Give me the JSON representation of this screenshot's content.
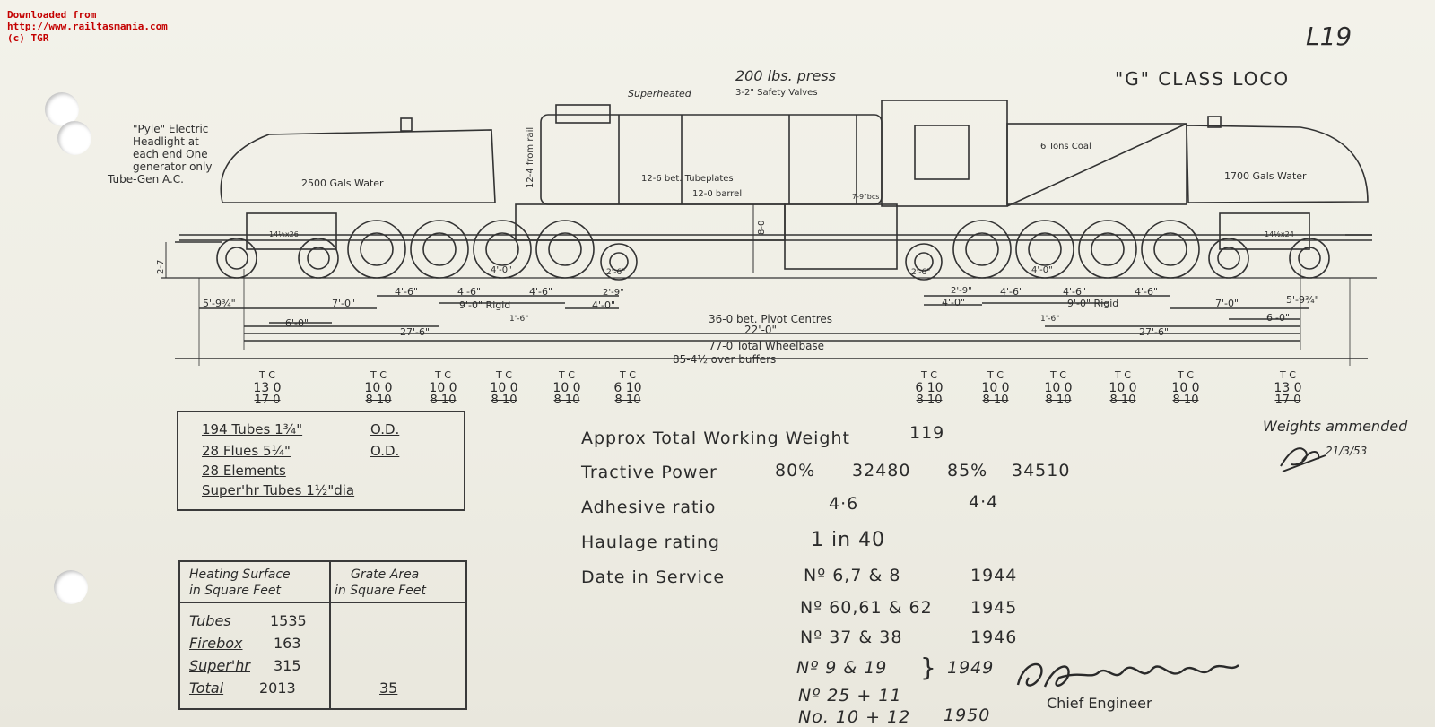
{
  "watermark": {
    "line1": "Downloaded from",
    "line2": "http://www.railtasmania.com",
    "line3": "(c) TGR"
  },
  "sheet_no": "L19",
  "title": "\"G\" CLASS LOCO",
  "drawing_labels": {
    "headlight": [
      "\"Pyle\" Electric",
      "Headlight at",
      "each end  One",
      "generator only",
      "Tube-Gen A.C."
    ],
    "water_front": "2500 Gals Water",
    "water_rear": "1700 Gals Water",
    "coal": "6 Tons Coal",
    "pressure": "200 lbs. press",
    "safety_valves": "3-2\" Safety Valves",
    "superheated": "Superheated",
    "tubeplates": "12-6  bet. Tubeplates",
    "barrel": "12-0 barrel",
    "height_rail": "12-4 from rail",
    "bogie_front": "14½x26",
    "bogie_rear": "14½x24",
    "buffer_h": "2-7",
    "height_8": "8-0",
    "wheel_4": "4'-0\"",
    "wheel_2": "2'-6\"",
    "fb": "7-9\"bcs"
  },
  "dimensions": {
    "front": {
      "d5_9": "5'-9¾\"",
      "d7_0": "7'-0\"",
      "d6_0": "6'-0\"",
      "d4_6a": "4'-6\"",
      "d4_6b": "4'-6\"",
      "d4_6c": "4'-6\"",
      "d9_rigid": "9'-0\" Rigid",
      "d1_6": "1'-6\"",
      "d2_9": "2'-9\"",
      "d4_0": "4'-0\"",
      "d27_6": "27'-6\""
    },
    "rear": {
      "d2_9": "2'-9\"",
      "d4_0": "4'-0\"",
      "d4_6a": "4'-6\"",
      "d4_6b": "4'-6\"",
      "d4_6c": "4'-6\"",
      "d9_rigid": "9'-0\" Rigid",
      "d1_6": "1'-6\"",
      "d27_6": "27'-6\"",
      "d7_0": "7'-0\"",
      "d5_9": "5'-9¾\"",
      "d6_0": "6'-0\""
    },
    "pivot": "36-0 bet. Pivot Centres",
    "d22": "22'-0\"",
    "wheelbase": "77-0 Total Wheelbase",
    "buffers": "85-4½ over buffers"
  },
  "axle_weights": [
    {
      "unit": "T C",
      "value": "13 0",
      "old": "17 0"
    },
    {
      "unit": "T C",
      "value": "10 0",
      "old": "8 10"
    },
    {
      "unit": "T C",
      "value": "10 0",
      "old": "8 10"
    },
    {
      "unit": "T C",
      "value": "10 0",
      "old": "8 10"
    },
    {
      "unit": "T C",
      "value": "10 0",
      "old": "8 10"
    },
    {
      "unit": "T C",
      "value": "6 10",
      "old": "8 10"
    },
    {
      "unit": "T C",
      "value": "6 10",
      "old": "8 10"
    },
    {
      "unit": "T C",
      "value": "10 0",
      "old": "8 10"
    },
    {
      "unit": "T C",
      "value": "10 0",
      "old": "8 10"
    },
    {
      "unit": "T C",
      "value": "10 0",
      "old": "8 10"
    },
    {
      "unit": "T C",
      "value": "10 0",
      "old": "8 10"
    },
    {
      "unit": "T C",
      "value": "13 0",
      "old": "17 0"
    }
  ],
  "tubes_box": {
    "r1_label": "194 Tubes 1¾\"",
    "r1_val": "O.D.",
    "r2_label": "28 Flues 5¼\"",
    "r2_val": "O.D.",
    "r3_label": "28 Elements",
    "r4_label": "Super'hr Tubes 1½\"dia"
  },
  "heating_box": {
    "h1": "Heating Surface",
    "h2": "in Square Feet",
    "g1": "Grate Area",
    "g2": "in Square Feet",
    "r1_label": "Tubes",
    "r1_val": "1535",
    "r2_label": "Firebox",
    "r2_val": "163",
    "r3_label": "Super'hr",
    "r3_val": "315",
    "r4_label": "Total",
    "r4_val": "2013",
    "grate": "35"
  },
  "stats": {
    "weight_label": "Approx Total Working Weight",
    "weight_val": "119",
    "tractive_label": "Tractive Power",
    "tractive_80": "80%",
    "tractive_80_val": "32480",
    "tractive_85": "85%",
    "tractive_85_val": "34510",
    "adhesive_label": "Adhesive ratio",
    "adhesive_1": "4·6",
    "adhesive_2": "4·4",
    "haulage_label": "Haulage rating",
    "haulage_val": "1 in 40",
    "service_label": "Date in Service",
    "s1_no": "Nº 6,7 & 8",
    "s1_year": "1944",
    "s2_no": "Nº 60,61 & 62",
    "s2_year": "1945",
    "s3_no": "Nº 37 & 38",
    "s3_year": "1946",
    "s4_no": "Nº 9 & 19",
    "s4_year": "1949",
    "s5_no": "Nº 25 + 11",
    "s6_no": "No. 10 + 12",
    "s6_year": "1950"
  },
  "amend": {
    "text": "Weights ammended",
    "date": "21/3/53"
  },
  "signature": {
    "title": "Chief Engineer"
  },
  "colors": {
    "ink": "#2a2a2a",
    "paper": "#efeee6",
    "watermark": "#c40000"
  }
}
